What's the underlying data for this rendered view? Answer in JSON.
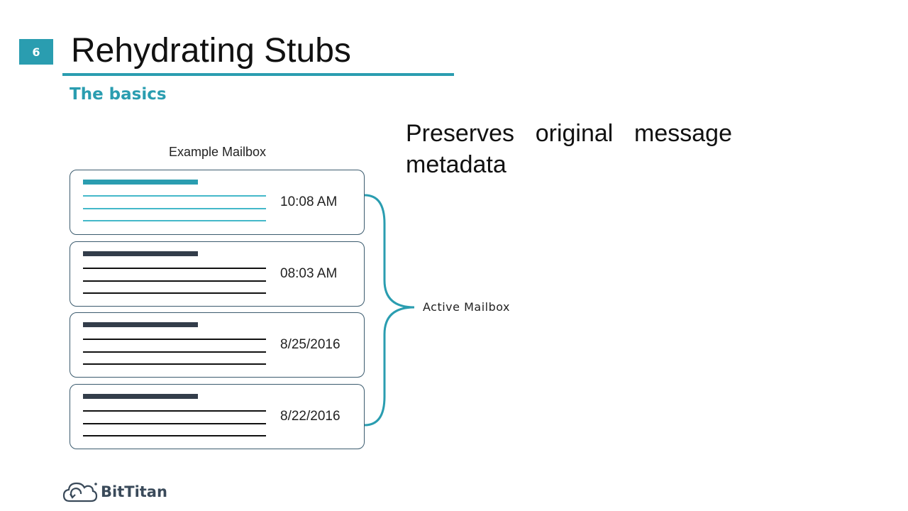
{
  "slide": {
    "number": "6",
    "title": "Rehydrating Stubs",
    "subtitle": "The basics",
    "point": "Preserves original message metadata"
  },
  "mailbox": {
    "caption": "Example Mailbox",
    "items": [
      {
        "time": "10:08 AM",
        "state": "active"
      },
      {
        "time": "08:03 AM",
        "state": "stub"
      },
      {
        "time": "8/25/2016",
        "state": "stub"
      },
      {
        "time": "8/22/2016",
        "state": "stub"
      }
    ],
    "group_label": "Active Mailbox"
  },
  "brand": {
    "name": "BitTitan",
    "icon": "cloud-refresh-icon"
  },
  "colors": {
    "accent": "#2a9db0",
    "stub_bar": "#333d4a",
    "card_border": "#3b5b6e"
  }
}
